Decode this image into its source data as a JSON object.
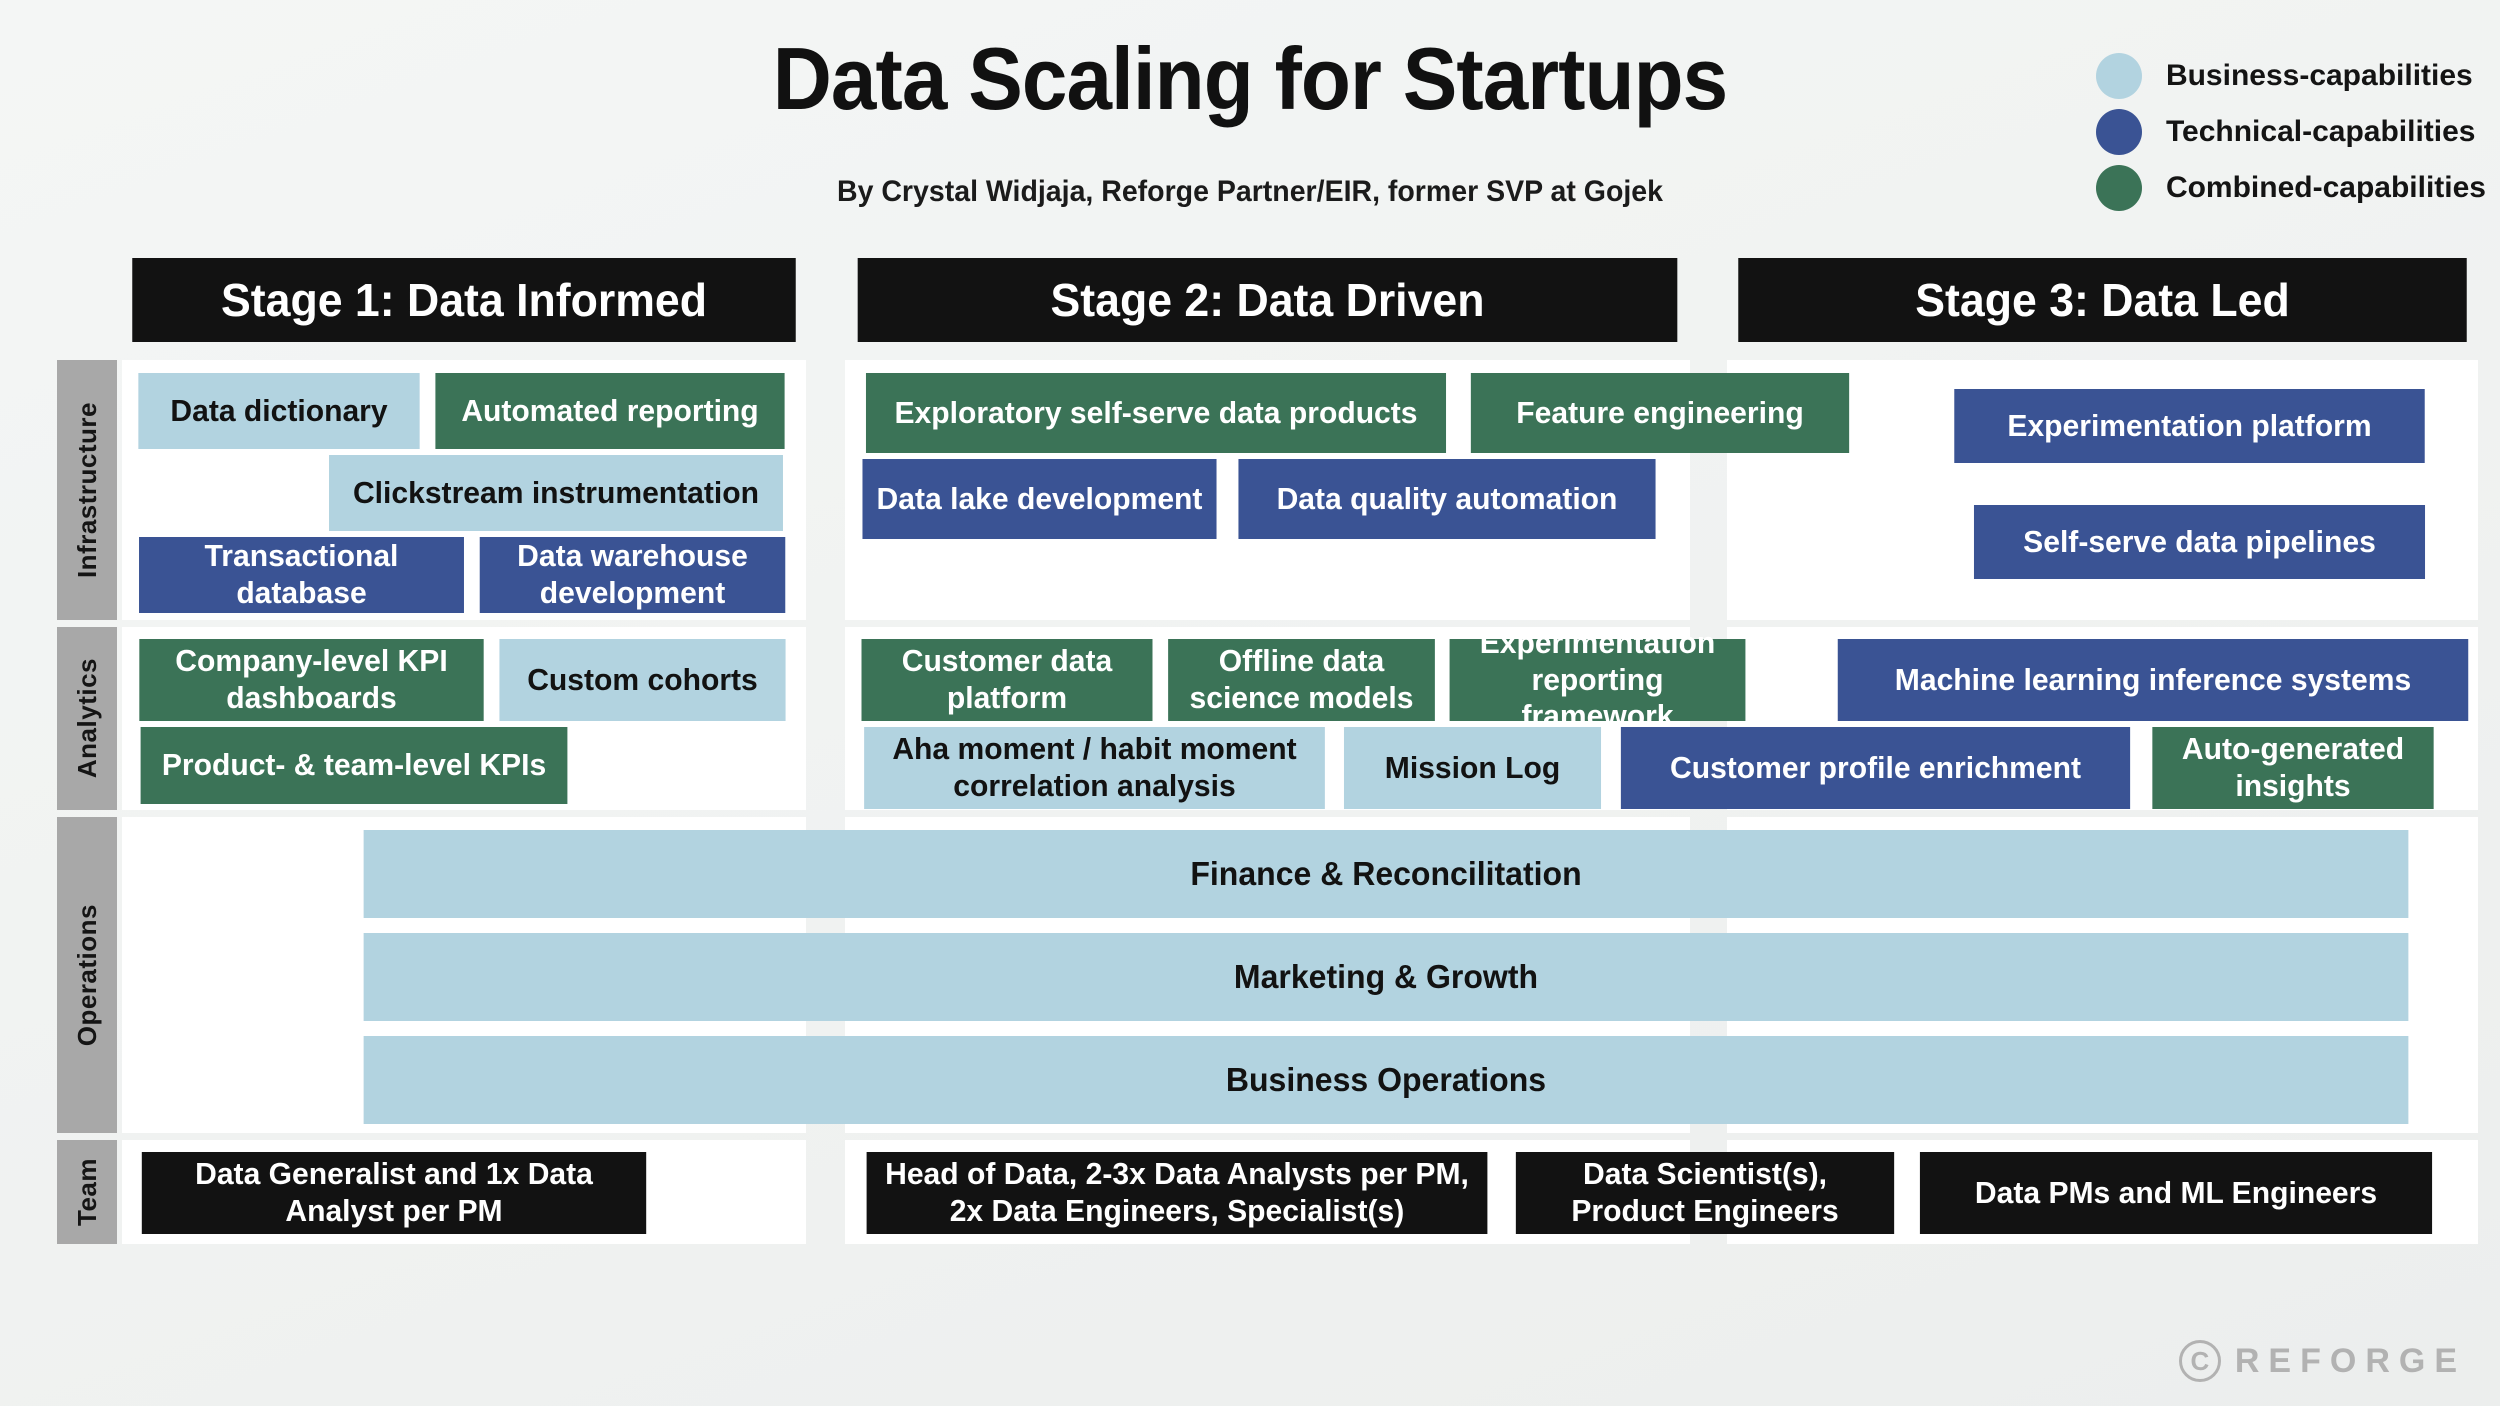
{
  "header": {
    "title": "Data Scaling for Startups",
    "subtitle": "By Crystal Widjaja, Reforge Partner/EIR, former SVP at Gojek"
  },
  "legend": {
    "items": [
      {
        "label": "Business-capabilities",
        "color": "#b2d3e0"
      },
      {
        "label": "Technical-capabilities",
        "color": "#3a5394"
      },
      {
        "label": "Combined-capabilities",
        "color": "#3b7357"
      }
    ]
  },
  "stages": [
    {
      "label": "Stage 1: Data Informed"
    },
    {
      "label": "Stage 2: Data Driven"
    },
    {
      "label": "Stage 3: Data Led"
    }
  ],
  "rows": [
    {
      "label": "Infrastructure"
    },
    {
      "label": "Analytics"
    },
    {
      "label": "Operations"
    },
    {
      "label": "Team"
    }
  ],
  "cards": {
    "infrastructure": {
      "stage1": [
        {
          "label": "Data dictionary",
          "type": "business"
        },
        {
          "label": "Automated reporting",
          "type": "combined"
        },
        {
          "label": "Clickstream instrumentation",
          "type": "business"
        },
        {
          "label": "Transactional database",
          "type": "technical"
        },
        {
          "label": "Data warehouse development",
          "type": "technical"
        }
      ],
      "stage2": [
        {
          "label": "Exploratory self-serve data products",
          "type": "combined"
        },
        {
          "label": "Feature engineering",
          "type": "combined"
        },
        {
          "label": "Data lake development",
          "type": "technical"
        },
        {
          "label": "Data quality automation",
          "type": "technical"
        }
      ],
      "stage3": [
        {
          "label": "Experimentation platform",
          "type": "technical"
        },
        {
          "label": "Self-serve data pipelines",
          "type": "technical"
        }
      ]
    },
    "analytics": {
      "stage1": [
        {
          "label": "Company-level KPI dashboards",
          "type": "combined"
        },
        {
          "label": "Custom cohorts",
          "type": "business"
        },
        {
          "label": "Product- & team-level KPIs",
          "type": "combined"
        }
      ],
      "stage2": [
        {
          "label": "Customer data platform",
          "type": "combined"
        },
        {
          "label": "Offline data science models",
          "type": "combined"
        },
        {
          "label": "Experimentation reporting framework",
          "type": "combined"
        },
        {
          "label": "Aha moment / habit moment correlation analysis",
          "type": "business"
        },
        {
          "label": "Mission Log",
          "type": "business"
        }
      ],
      "stage3": [
        {
          "label": "Machine learning inference systems",
          "type": "technical"
        },
        {
          "label": "Customer profile enrichment",
          "type": "technical"
        },
        {
          "label": "Auto-generated insights",
          "type": "combined"
        }
      ]
    },
    "operations": [
      {
        "label": "Finance & Reconcilitation",
        "type": "business"
      },
      {
        "label": "Marketing & Growth",
        "type": "business"
      },
      {
        "label": "Business Operations",
        "type": "business"
      }
    ],
    "team": [
      {
        "label": "Data Generalist and 1x Data Analyst per PM",
        "type": "black"
      },
      {
        "label": "Head of Data, 2-3x Data Analysts per PM, 2x Data Engineers, Specialist(s)",
        "type": "black"
      },
      {
        "label": "Data Scientist(s), Product Engineers",
        "type": "black"
      },
      {
        "label": "Data PMs and ML Engineers",
        "type": "black"
      }
    ]
  },
  "footer": {
    "copyright_mark": "C",
    "brand": "REFORGE"
  }
}
